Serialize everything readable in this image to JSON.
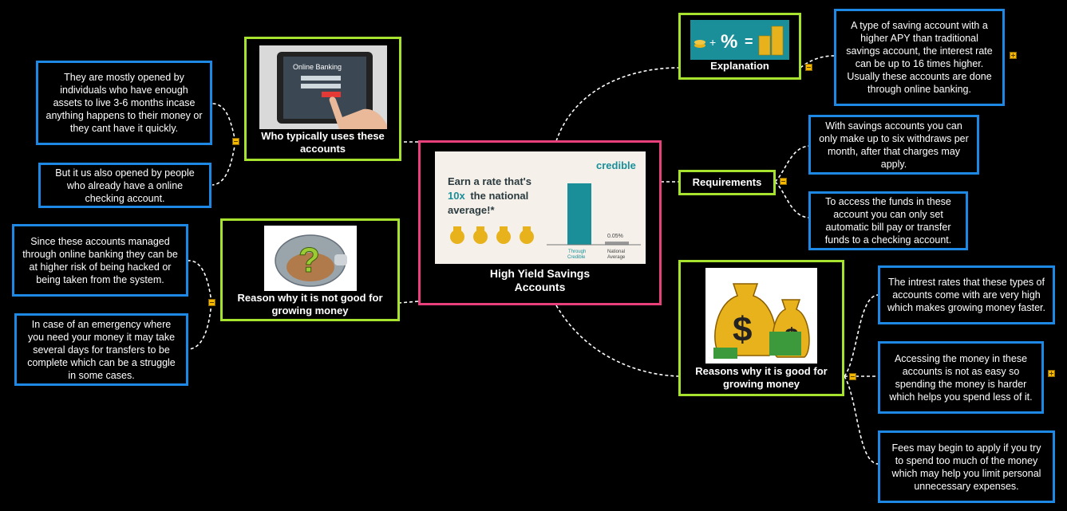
{
  "central": {
    "title": "High Yield Savings Accounts",
    "ad": {
      "headline_1": "Earn a rate that's",
      "headline_em": "10x",
      "headline_2": "the national average!*",
      "brand": "credible",
      "bar_value": "0.05%",
      "bar1_label": "Through Credible",
      "bar2_label": "National Average"
    }
  },
  "explanation": {
    "title": "Explanation",
    "note": "A type of saving account with a higher APY than traditional savings account, the interest rate can be up to 16 times higher. Usually these accounts are done through online banking."
  },
  "requirements": {
    "title": "Requirements",
    "notes": [
      "With savings accounts you can only make up to six withdraws per month, after that charges may apply.",
      "To access the funds in these account you can only set automatic bill pay or transfer funds to a checking account."
    ]
  },
  "good": {
    "title": "Reasons why it is good for growing money",
    "notes": [
      "The intrest rates that these types of accounts come with are very high which makes growing money faster.",
      "Accessing the money in these accounts is not as easy so spending the money is harder which helps you spend less of it.",
      "Fees may begin to apply if you try to spend too much of the money which may help you limit personal unnecessary expenses."
    ]
  },
  "users": {
    "title": "Who typically uses these accounts",
    "image_text": "Online Banking",
    "notes": [
      "They are mostly opened by individuals who have enough assets to live 3-6 months incase anything happens to their money or they cant have it quickly.",
      "But it us also opened by people who already have a online checking account."
    ]
  },
  "bad": {
    "title": "Reason why it is not good for growing money",
    "notes": [
      "Since these accounts managed through online banking they can be at higher risk of being hacked or being taken from the system.",
      "In case of an emergency where you need your money it may take several days for transfers to be complete which can be a struggle in some cases."
    ]
  },
  "colors": {
    "topic": "#a6e22e",
    "note": "#1e88e5",
    "central": "#e8407a",
    "ad_accent": "#1a8f99",
    "coin": "#e8b21c"
  }
}
